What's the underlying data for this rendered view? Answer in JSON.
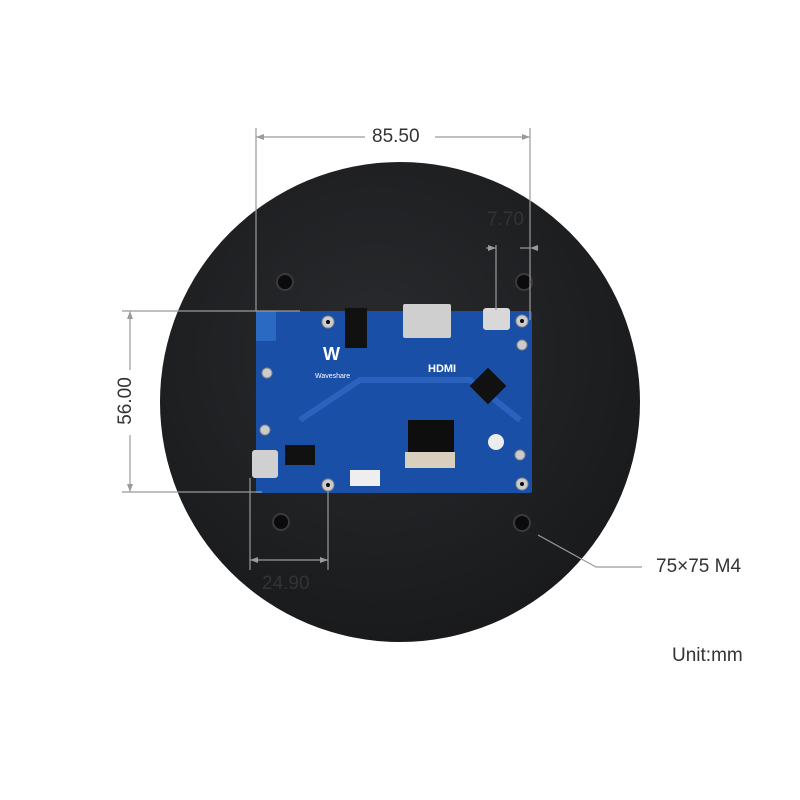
{
  "dimensions": {
    "width": "85.50",
    "port_offset": "7.70",
    "height": "56.00",
    "hole_offset": "24.90",
    "mount": "75×75 M4"
  },
  "unit": "Unit:mm",
  "board": {
    "brand": "Waveshare",
    "port_label": "HDMI"
  },
  "colors": {
    "disk": "#1f2022",
    "pcb": "#1a4fa8",
    "line": "#9a9a9a"
  }
}
